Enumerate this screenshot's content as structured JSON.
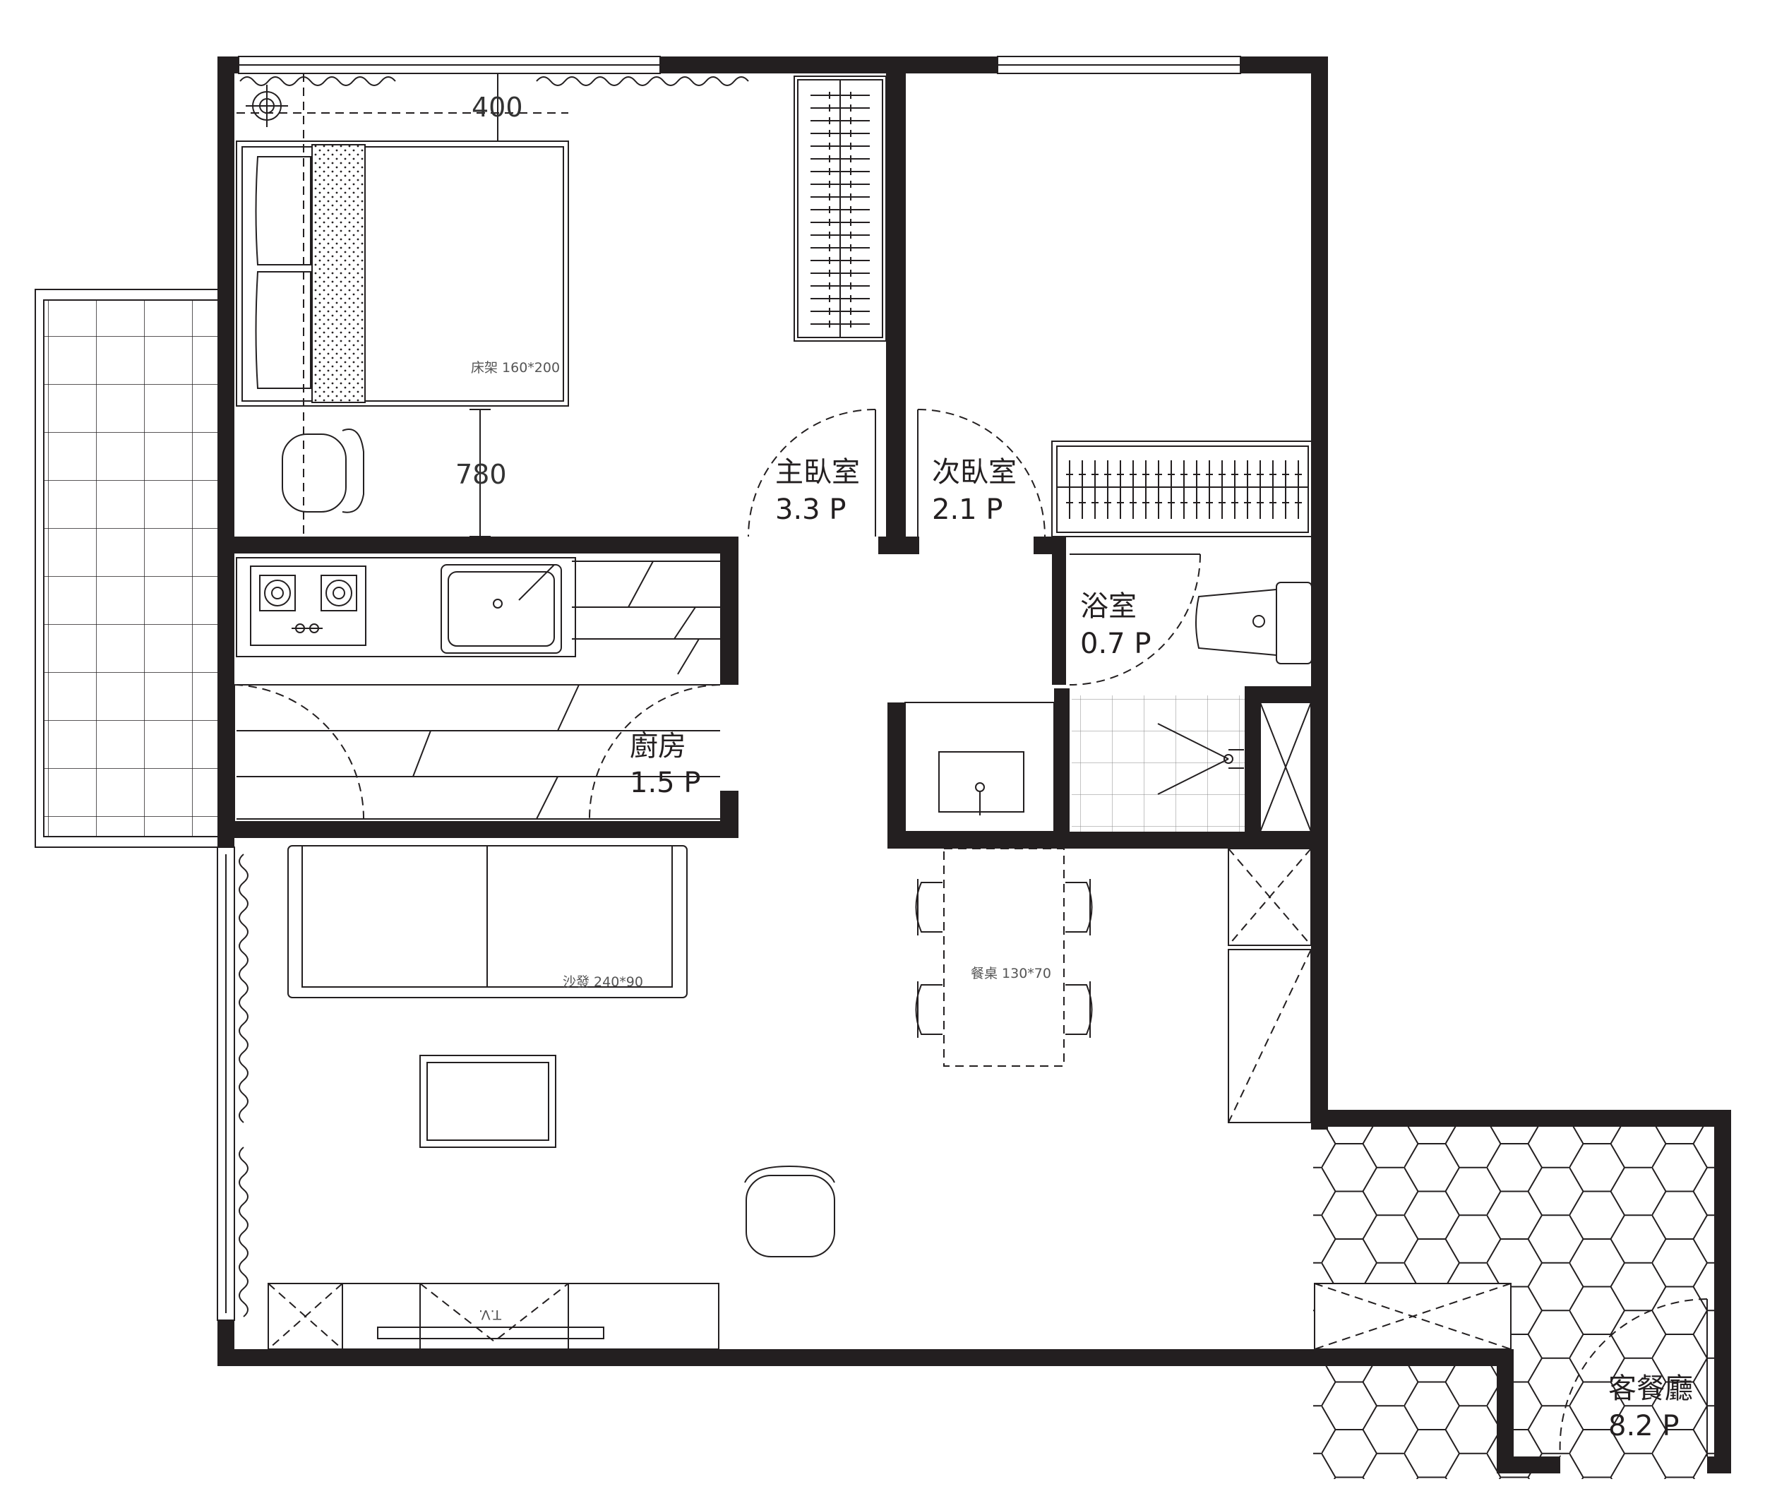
{
  "rooms": {
    "master_bedroom": {
      "name": "主臥室",
      "area": "3.3 P"
    },
    "second_bedroom": {
      "name": "次臥室",
      "area": "2.1 P"
    },
    "bathroom": {
      "name": "浴室",
      "area": "0.7 P"
    },
    "kitchen": {
      "name": "廚房",
      "area": "1.5 P"
    },
    "living_dining": {
      "name": "客餐廳",
      "area": "8.2 P"
    }
  },
  "furniture": {
    "bed": "床架 160*200",
    "sofa": "沙發 240*90",
    "dining_table": "餐桌 130*70",
    "tv": "T.V."
  },
  "dimensions": {
    "window_to_bed": "400",
    "bed_to_wall": "780"
  }
}
